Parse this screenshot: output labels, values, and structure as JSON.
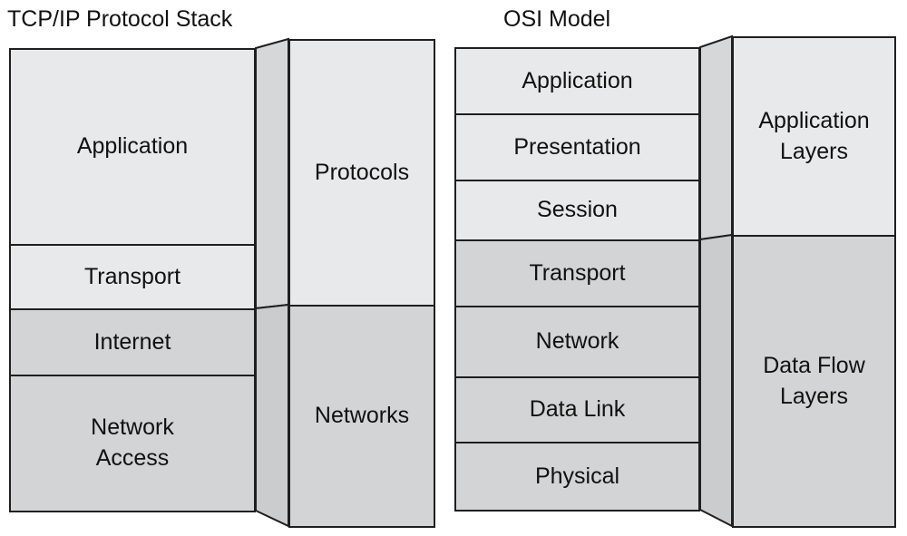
{
  "colors": {
    "light_face": "#e8e9ea",
    "dark_face": "#d3d4d5",
    "side_light": "#d6d7d8",
    "side_dark": "#cbccce",
    "border": "#1f1f1f",
    "text": "#111111",
    "background": "#ffffff"
  },
  "tcpip": {
    "title": "TCP/IP Protocol Stack",
    "layers": [
      {
        "label": "Application",
        "tone": "light"
      },
      {
        "label": "Transport",
        "tone": "light"
      },
      {
        "label": "Internet",
        "tone": "dark"
      },
      {
        "label": "Network\nAccess",
        "tone": "dark"
      }
    ],
    "groups": [
      {
        "label": "Protocols",
        "tone": "light",
        "covers": [
          "Application",
          "Transport"
        ]
      },
      {
        "label": "Networks",
        "tone": "dark",
        "covers": [
          "Internet",
          "Network Access"
        ]
      }
    ]
  },
  "osi": {
    "title": "OSI Model",
    "layers": [
      {
        "label": "Application",
        "tone": "light"
      },
      {
        "label": "Presentation",
        "tone": "light"
      },
      {
        "label": "Session",
        "tone": "light"
      },
      {
        "label": "Transport",
        "tone": "dark"
      },
      {
        "label": "Network",
        "tone": "dark"
      },
      {
        "label": "Data Link",
        "tone": "dark"
      },
      {
        "label": "Physical",
        "tone": "dark"
      }
    ],
    "groups": [
      {
        "label": "Application\nLayers",
        "tone": "light",
        "covers": [
          "Application",
          "Presentation",
          "Session"
        ]
      },
      {
        "label": "Data Flow\nLayers",
        "tone": "dark",
        "covers": [
          "Transport",
          "Network",
          "Data Link",
          "Physical"
        ]
      }
    ]
  }
}
